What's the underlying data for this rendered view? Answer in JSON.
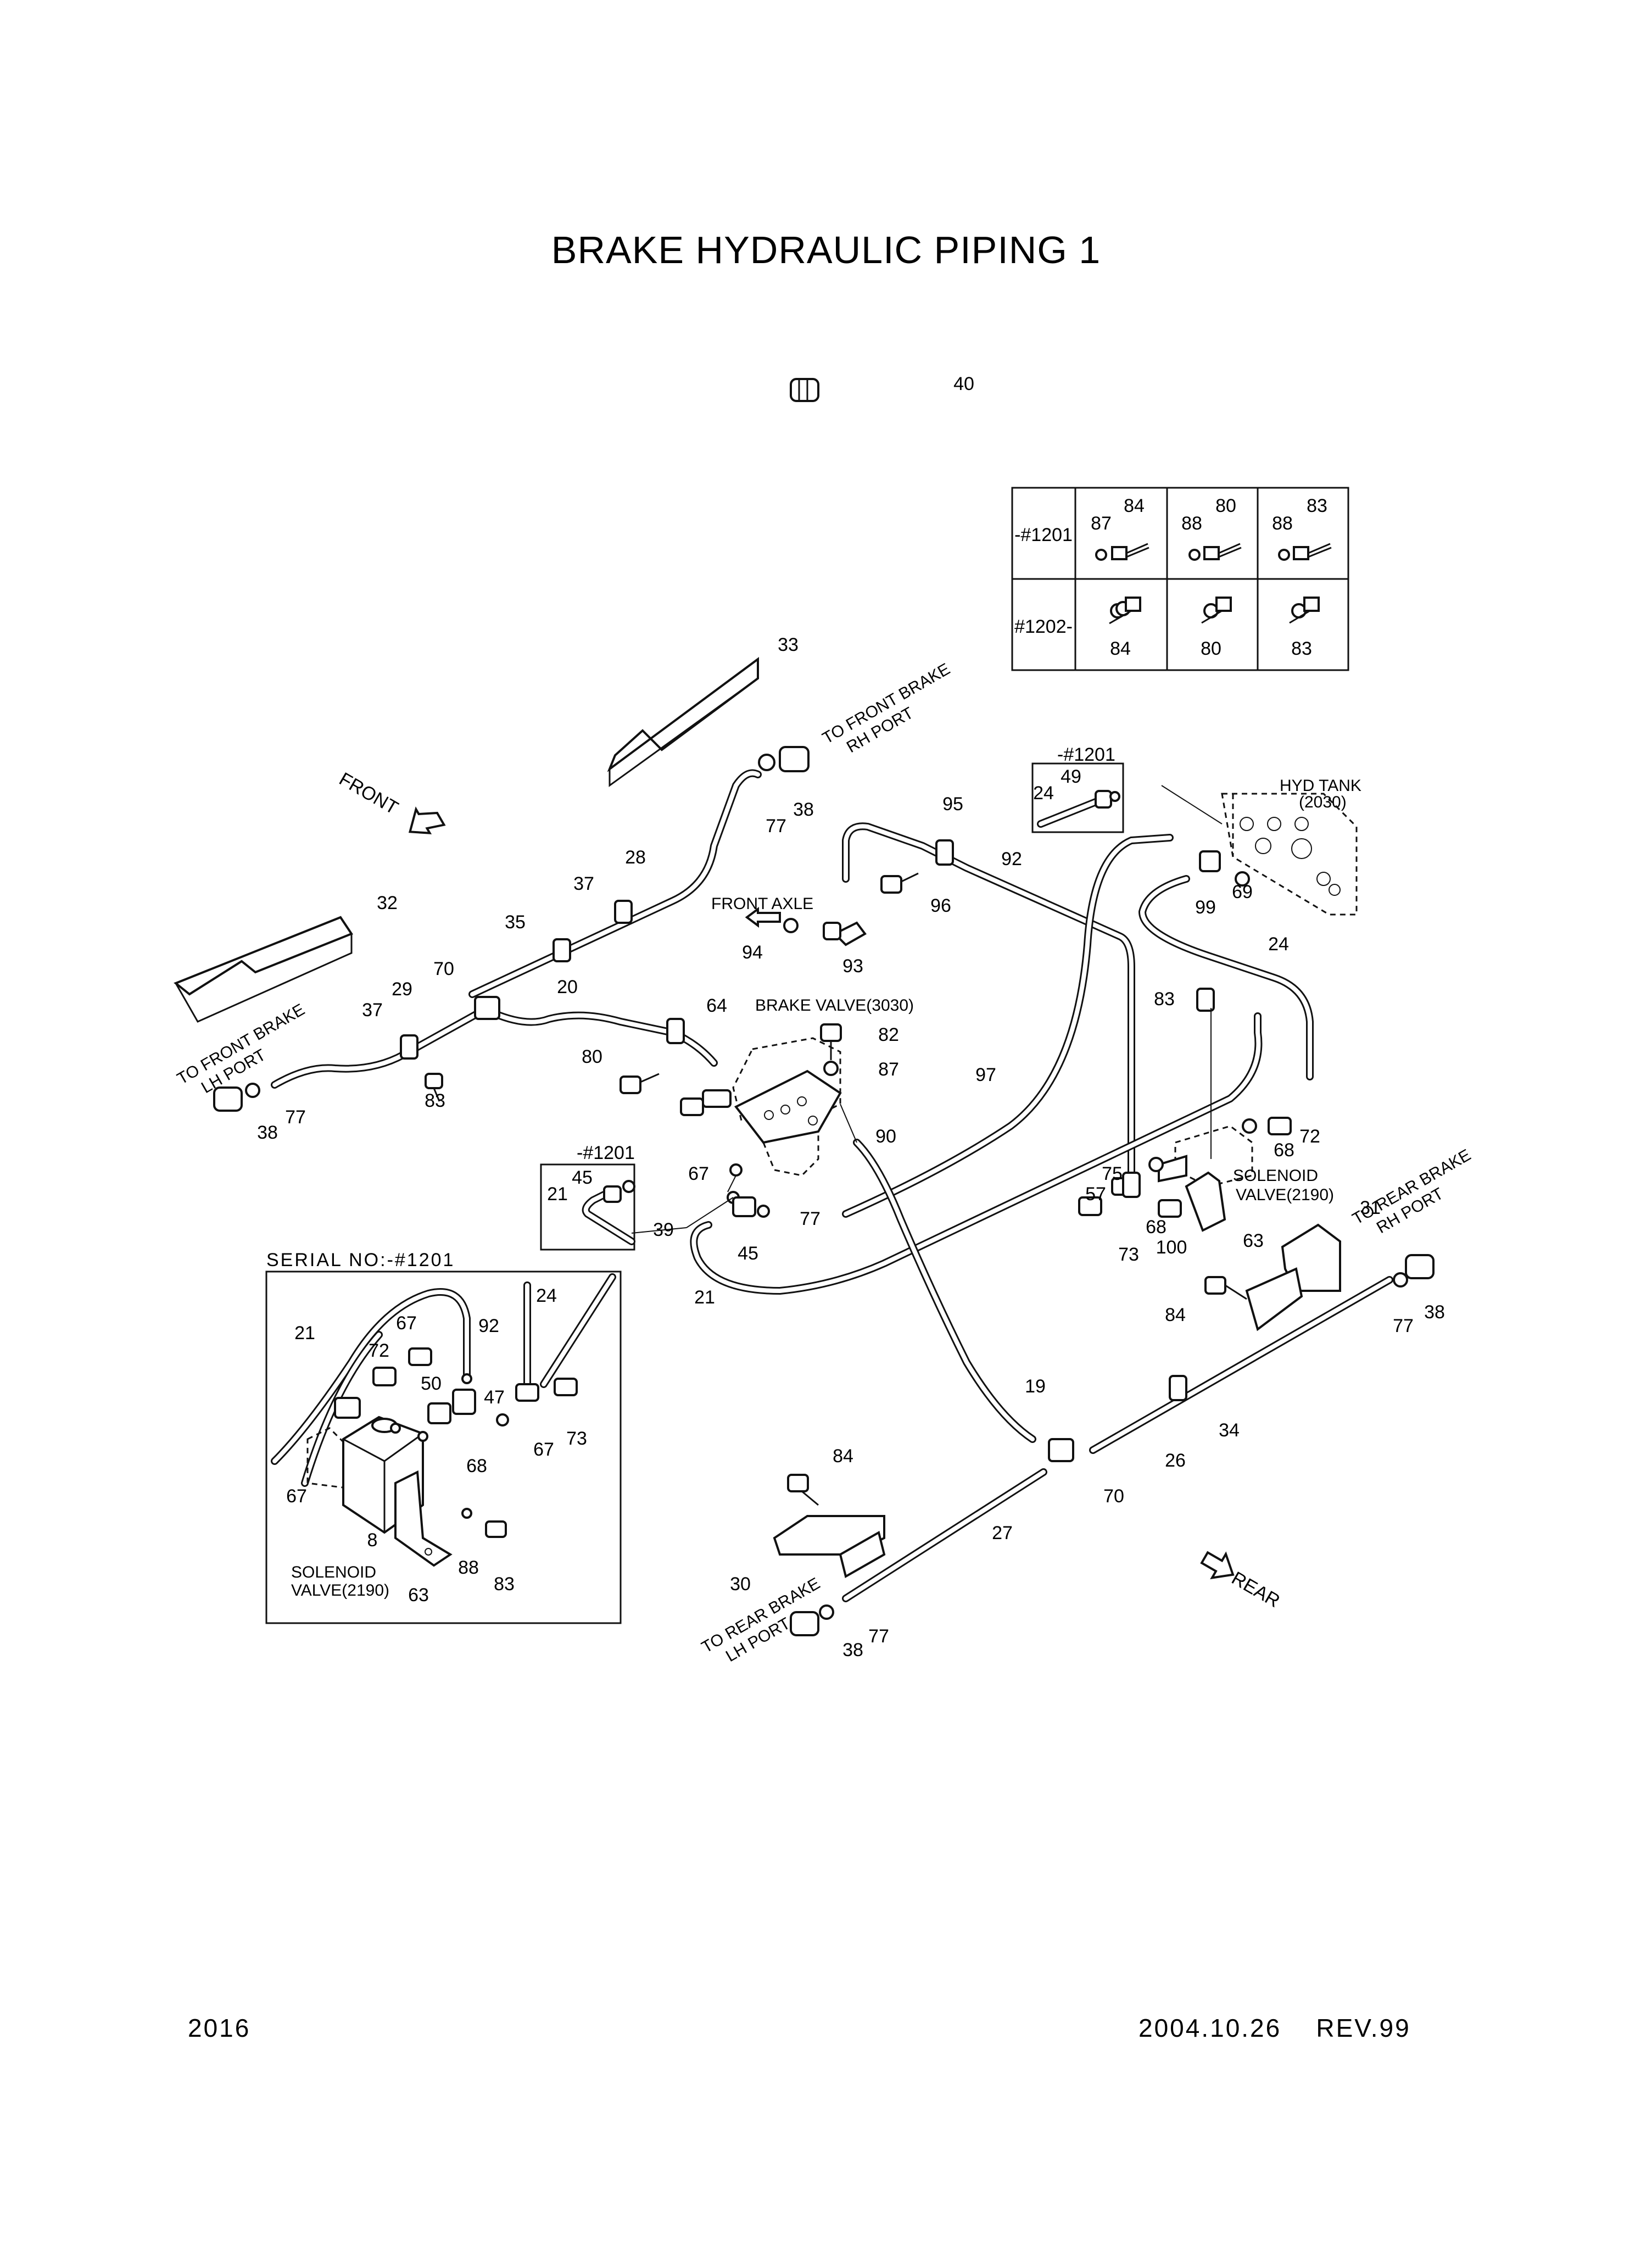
{
  "title": "BRAKE HYDRAULIC PIPING 1",
  "footer": {
    "page_number": "2016",
    "date_rev": "2004.10.26    REV.99"
  },
  "serial_table": {
    "rows": [
      {
        "label": "-#1201",
        "cells": [
          [
            "87",
            "84"
          ],
          [
            "88",
            "80"
          ],
          [
            "88",
            "83"
          ]
        ]
      },
      {
        "label": "#1202-",
        "cells": [
          [
            "84"
          ],
          [
            "80"
          ],
          [
            "83"
          ]
        ]
      }
    ]
  },
  "inset_box": {
    "title": "SERIAL NO:-#1201",
    "labels": [
      "21",
      "72",
      "50",
      "47",
      "67",
      "92",
      "24",
      "67",
      "68",
      "67",
      "73",
      "8",
      "88",
      "83",
      "63"
    ],
    "solenoid_label": [
      "SOLENOID",
      "VALVE(2190)"
    ]
  },
  "small_inset": {
    "serial": "-#1201",
    "labels": [
      "45",
      "21"
    ]
  },
  "upper_inset": {
    "serial": "-#1201",
    "labels": [
      "49",
      "24"
    ]
  },
  "annotations": {
    "front": "FRONT",
    "rear": "REAR",
    "front_axle": "FRONT AXLE",
    "brake_valve": "BRAKE VALVE(3030)",
    "hyd_tank": [
      "HYD TANK",
      "(2030)"
    ],
    "solenoid_valve": [
      "SOLENOID",
      "VALVE(2190)"
    ],
    "to_front_brake_rh": [
      "TO FRONT BRAKE",
      "RH PORT"
    ],
    "to_front_brake_lh": [
      "TO FRONT BRAKE",
      "LH PORT"
    ],
    "to_rear_brake_rh": [
      "TO REAR BRAKE",
      "RH PORT"
    ],
    "to_rear_brake_lh": [
      "TO REAR BRAKE",
      "LH PORT"
    ]
  },
  "callouts": [
    "40",
    "33",
    "38",
    "77",
    "28",
    "37",
    "35",
    "32",
    "29",
    "37",
    "70",
    "20",
    "64",
    "80",
    "83",
    "38",
    "77",
    "95",
    "92",
    "96",
    "94",
    "93",
    "82",
    "87",
    "90",
    "97",
    "67",
    "77",
    "39",
    "45",
    "21",
    "24",
    "69",
    "99",
    "83",
    "68",
    "72",
    "75",
    "57",
    "68",
    "100",
    "73",
    "63",
    "31",
    "84",
    "77",
    "38",
    "19",
    "34",
    "26",
    "70",
    "84",
    "27",
    "30",
    "38",
    "77"
  ]
}
